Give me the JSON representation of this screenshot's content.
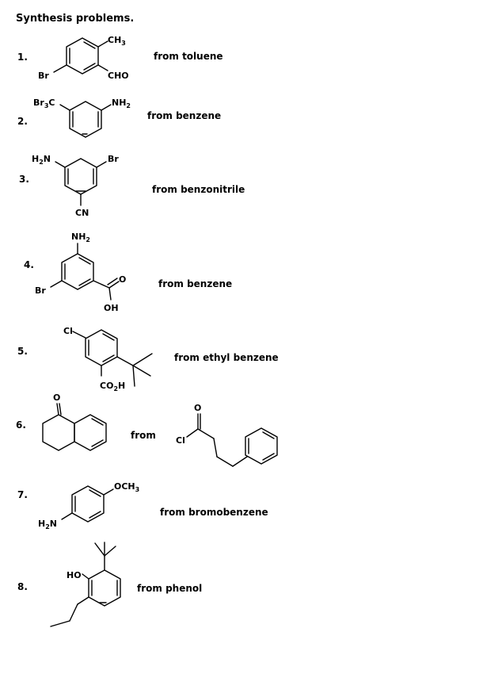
{
  "title": "Synthesis problems.",
  "problems": [
    {
      "number": "1.",
      "target_groups": [
        "CH3",
        "CHO",
        "Br"
      ],
      "from": "from toluene"
    },
    {
      "number": "2.",
      "target_groups": [
        "Br3C",
        "NH2"
      ],
      "from": "from benzene"
    },
    {
      "number": "3.",
      "target_groups": [
        "H2N",
        "Br",
        "CN"
      ],
      "from": "from benzonitrile"
    },
    {
      "number": "4.",
      "target_groups": [
        "NH2",
        "Br",
        "O",
        "OH"
      ],
      "from": "from  benzene"
    },
    {
      "number": "5.",
      "target_groups": [
        "Cl",
        "CO2H"
      ],
      "from": "from ethyl benzene"
    },
    {
      "number": "6.",
      "target_groups": [
        "O"
      ],
      "from": "from",
      "starting_groups": [
        "O",
        "Cl"
      ]
    },
    {
      "number": "7.",
      "target_groups": [
        "OCH3",
        "H2N"
      ],
      "from": "from bromobenzene"
    },
    {
      "number": "8.",
      "target_groups": [
        "HO"
      ],
      "from": "from phenol"
    }
  ],
  "sub": {
    "two": "2",
    "three": "3"
  }
}
